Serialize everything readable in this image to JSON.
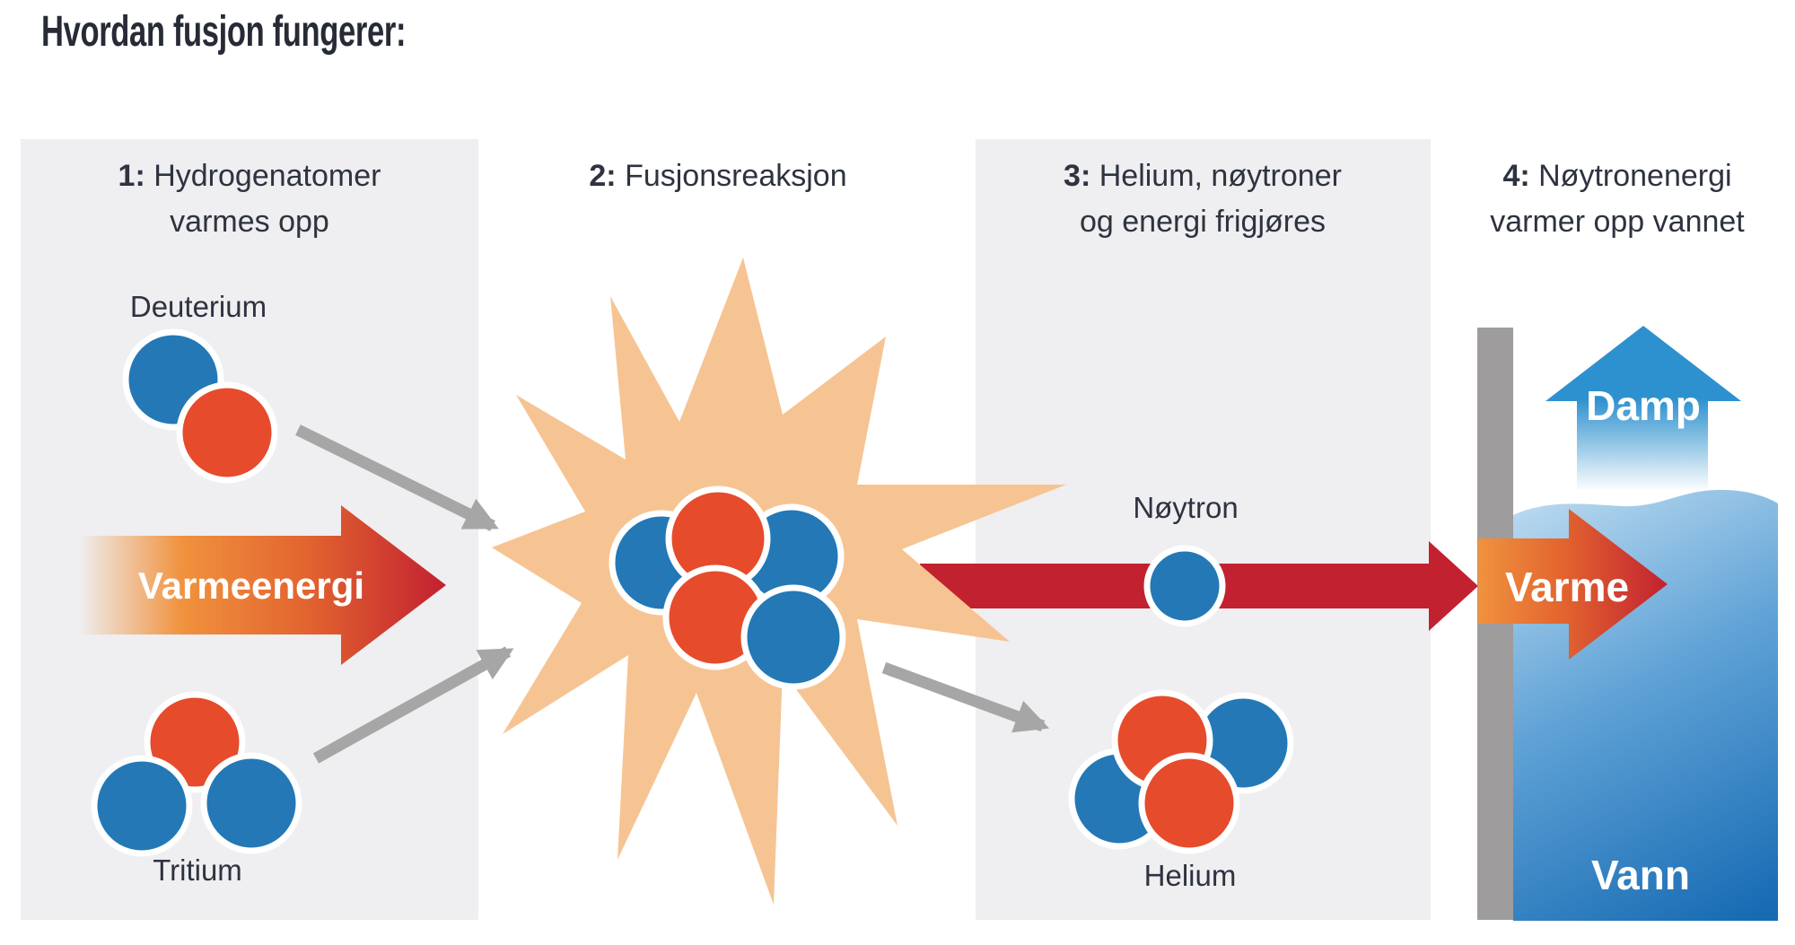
{
  "title": "Hvordan fusjon fungerer:",
  "steps": [
    {
      "num": "1:",
      "line1": "Hydrogenatomer",
      "line2": "varmes opp"
    },
    {
      "num": "2:",
      "line1": "Fusjonsreaksjon",
      "line2": ""
    },
    {
      "num": "3:",
      "line1": "Helium, nøytroner",
      "line2": "og energi frigjøres"
    },
    {
      "num": "4:",
      "line1": "Nøytronenergi",
      "line2": "varmer opp vannet"
    }
  ],
  "labels": {
    "deuterium": "Deuterium",
    "tritium": "Tritium",
    "varmeenergi": "Varmeenergi",
    "neutron": "Nøytron",
    "helium": "Helium",
    "damp": "Damp",
    "varme": "Varme",
    "vann": "Vann"
  },
  "colors": {
    "blue": "#2478b6",
    "red": "#e64b2c",
    "dark_red": "#c22130",
    "orange": "#f0923e",
    "orange_deep": "#e2642f",
    "starburst_peach": "#f6c493",
    "arrow_gray": "#a7a6a6",
    "wall_gray": "#9e9c9d",
    "panel_bg": "#efeef0",
    "text_dark": "#2e3340",
    "text_title": "#262b36",
    "steam_blue": "#2e91cf",
    "water_light": "#b9d9ef",
    "water_mid": "#5fa2d6",
    "water_deep": "#176bb3"
  }
}
